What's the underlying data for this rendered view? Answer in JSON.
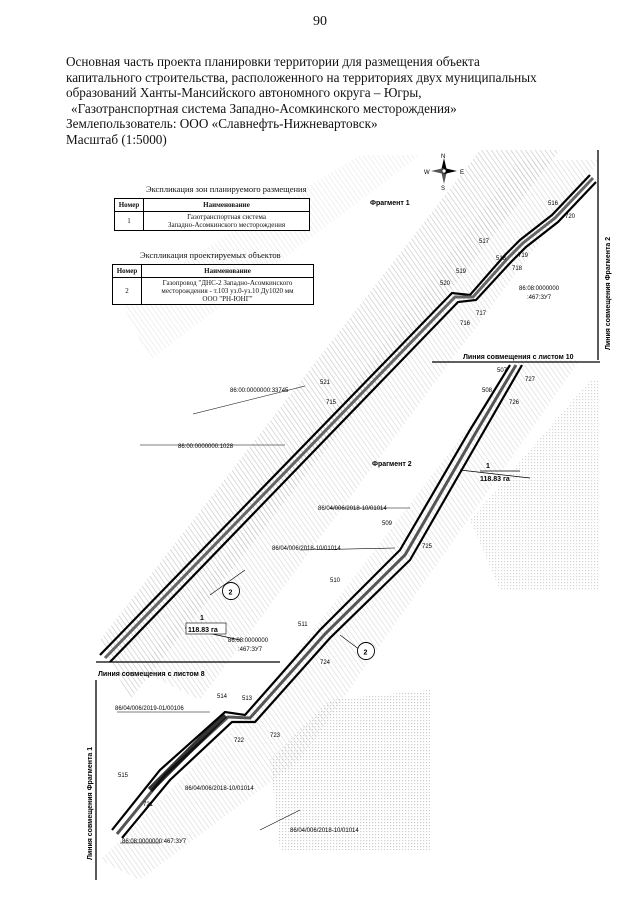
{
  "page_number": "90",
  "header": {
    "line1": "Основная часть проекта планировки территории для размещения объекта",
    "line2": "капитального строительства, расположенного на территориях двух муниципальных",
    "line3": "образований Ханты-Мансийского автономного округа – Югры,",
    "line4": "«Газотранспортная система Западно-Асомкинского месторождения»",
    "line5": "Землепользователь: ООО «Славнефть-Нижневартовск»",
    "line6": "Масштаб (1:5000)"
  },
  "legend_zones": {
    "title": "Экспликация зон планируемого размещения",
    "col_number": "Номер",
    "col_name": "Наименование",
    "rows": [
      {
        "number": "1",
        "name_line1": "Газотранспортная система",
        "name_line2": "Западно-Асомкинского месторождения"
      }
    ]
  },
  "legend_objects": {
    "title": "Экспликация проектируемых объектов",
    "col_number": "Номер",
    "col_name": "Наименование",
    "rows": [
      {
        "number": "2",
        "name_line1": "Газопровод \"ДНС-2 Западно-Асомкинского",
        "name_line2": "месторождения - т.103 уз.0-уз.10 Ду1020 мм",
        "name_line3": "ООО \"РН-ЮНГ\""
      }
    ]
  },
  "compass": {
    "n": "N",
    "s": "S",
    "w": "W",
    "e": "E"
  },
  "map": {
    "fragment1": "Фрагмент 1",
    "fragment2": "Фрагмент 2",
    "match_line_sheet10": "Линия совмещения с листом 10",
    "match_line_sheet8": "Линия совмещения с листом 8",
    "match_line_frag2": "Линия совмещения Фрагмента 2",
    "match_line_frag1": "Линия совмещения Фрагмента 1",
    "zone_marker_top": "1",
    "zone_area_top": "118.83 га",
    "zone_marker_left": "1",
    "zone_area_left": "118.83 га",
    "object_marker_a": "2",
    "object_marker_b": "2",
    "cadastral": {
      "c1": "86:08:0000000",
      "c1b": ":467:ЗУ7",
      "c2": "86:00:0000000:33745",
      "c3": "86:00:0000000:1028",
      "c4": "86/04/006/2018-10/01014",
      "c5": "86/04/006/2018-10/01014",
      "c6": "86:08:0000000",
      "c6b": ":467:ЗУ7",
      "c7": "86/04/006/2019-01/00106",
      "c8": "86/04/006/2018-10/01014",
      "c9": "86/04/006/2018-10/01014",
      "c10": "86:08:0000000:467:ЗУ7"
    },
    "points": {
      "p516": "516",
      "p720": "720",
      "p517": "517",
      "p719": "719",
      "p518": "518",
      "p718": "718",
      "p519": "519",
      "p520": "520",
      "p717": "717",
      "p716": "716",
      "p521": "521",
      "p715": "715",
      "p507": "507",
      "p727": "727",
      "p508": "508",
      "p726": "726",
      "p509": "509",
      "p725": "725",
      "p510": "510",
      "p511": "511",
      "p724": "724",
      "p514": "514",
      "p513": "513",
      "p722": "722",
      "p723": "723",
      "p515": "515",
      "p721": "721"
    }
  }
}
